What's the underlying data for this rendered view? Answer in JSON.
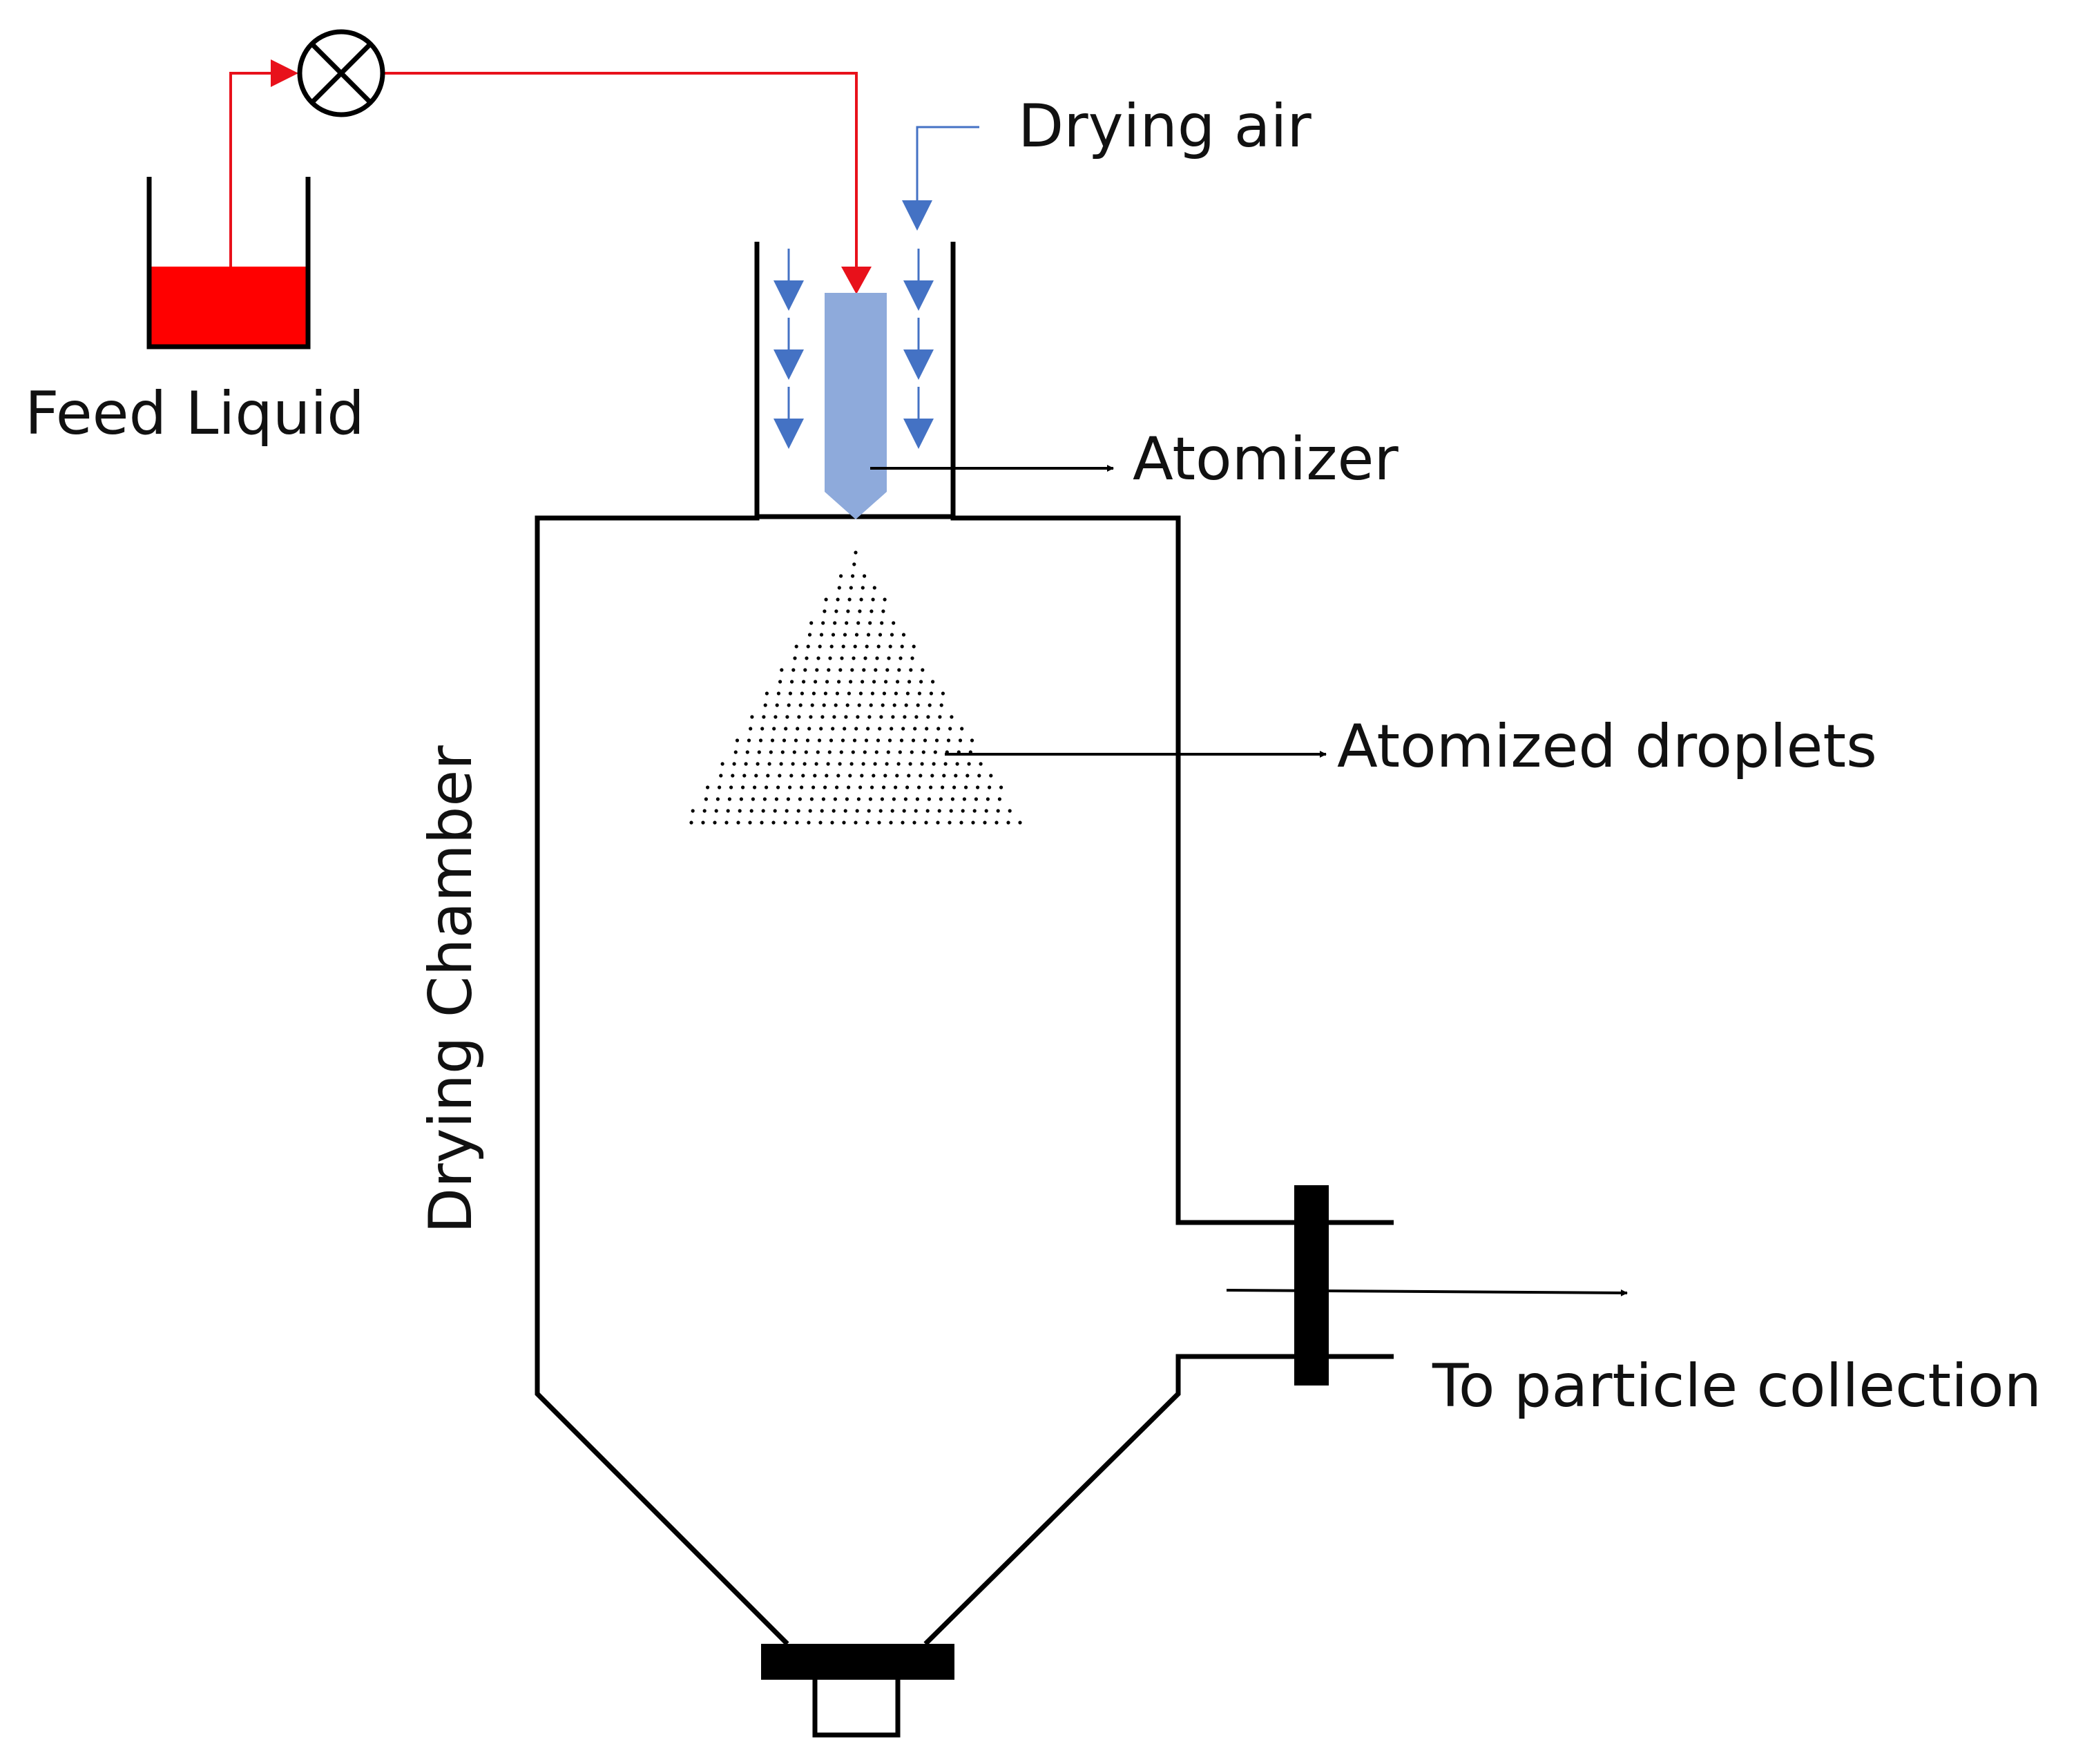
{
  "labels": {
    "feed_liquid": "Feed Liquid",
    "drying_air": "Drying air",
    "atomizer": "Atomizer",
    "atomized_droplets": "Atomized droplets",
    "drying_chamber": "Drying Chamber",
    "particle_collection": "To particle collection"
  },
  "colors": {
    "feed_line": "#e8111b",
    "feed_liquid": "#ff0000",
    "drying_air": "#4472c4",
    "atomizer": "#8eaadb",
    "outline": "#000000"
  },
  "icons": {
    "pump": "pump-valve-icon"
  }
}
